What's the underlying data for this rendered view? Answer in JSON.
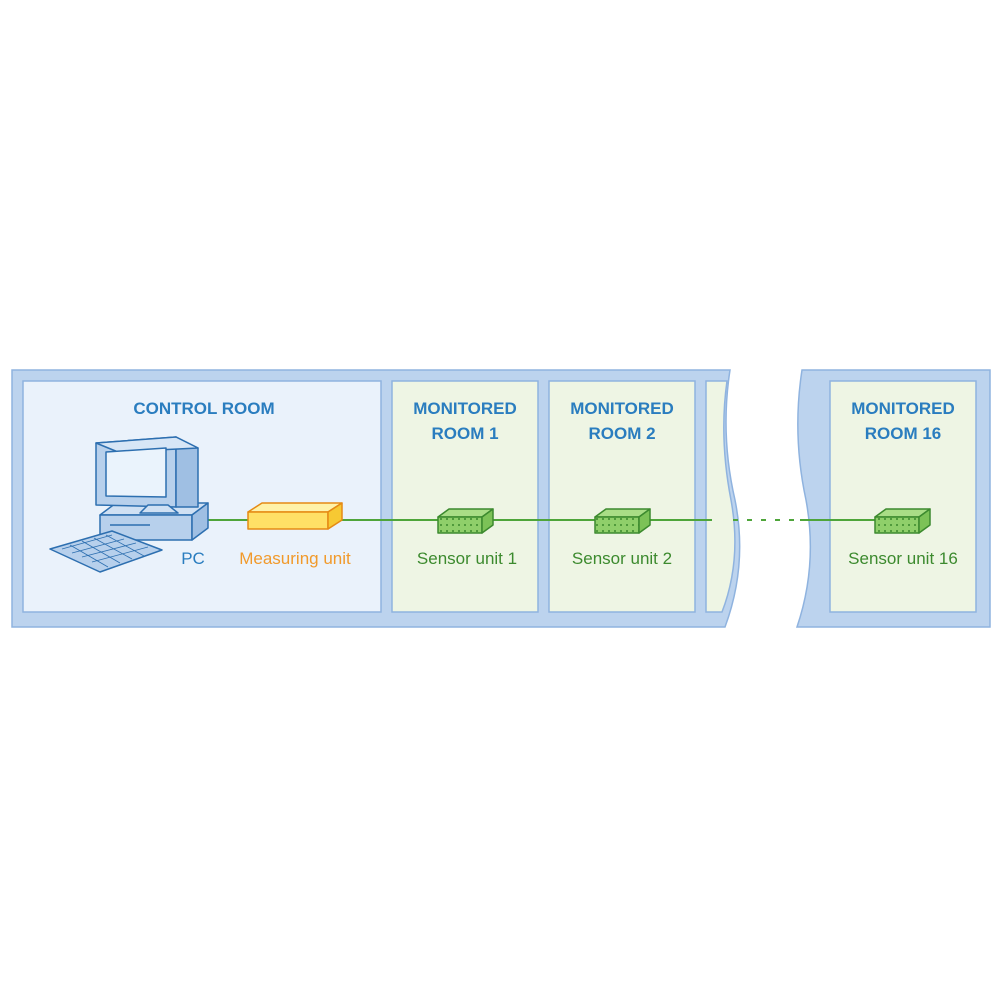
{
  "rooms": {
    "control": {
      "title": "CONTROL ROOM"
    },
    "monitored_1": {
      "title_line1": "MONITORED",
      "title_line2": "ROOM 1"
    },
    "monitored_2": {
      "title_line1": "MONITORED",
      "title_line2": "ROOM 2"
    },
    "monitored_16": {
      "title_line1": "MONITORED",
      "title_line2": "ROOM 16"
    }
  },
  "devices": {
    "pc": {
      "label": "PC",
      "icon": "desktop-computer-icon"
    },
    "measuring_unit": {
      "label": "Measuring unit",
      "icon": "measuring-unit-box-icon"
    },
    "sensor_1": {
      "label": "Sensor unit 1",
      "icon": "sensor-unit-icon"
    },
    "sensor_2": {
      "label": "Sensor unit 2",
      "icon": "sensor-unit-icon"
    },
    "sensor_16": {
      "label": "Sensor unit 16",
      "icon": "sensor-unit-icon"
    }
  },
  "colors": {
    "frame_blue": "#bcd3ee",
    "frame_border": "#8fb3df",
    "control_fill": "#eaf2fb",
    "monitored_fill": "#eef5e4",
    "room_title": "#2a7dbf",
    "measuring_unit": "#f19a2b",
    "sensor": "#3c8a2e",
    "bus_line": "#4ea53a"
  }
}
